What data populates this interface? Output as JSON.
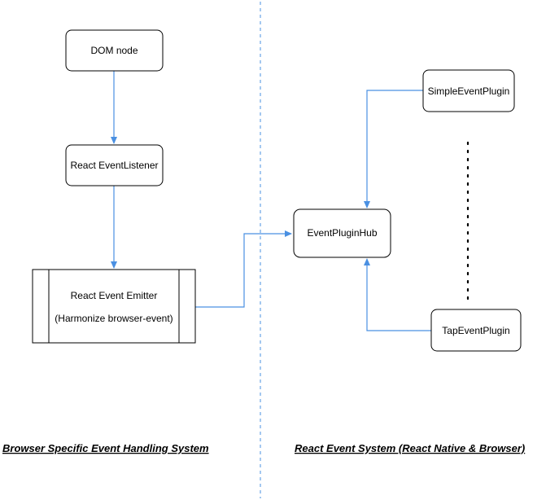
{
  "colors": {
    "edge": "#4a90e2",
    "divider": "#4a90e2",
    "node_border": "#000000",
    "node_fill": "#ffffff",
    "text": "#000000"
  },
  "nodes": {
    "dom_node": {
      "label": "DOM node"
    },
    "react_event_listener": {
      "label": "React EventListener"
    },
    "react_event_emitter": {
      "line1": "React Event Emitter",
      "line2": "(Harmonize browser-event)"
    },
    "event_plugin_hub": {
      "label": "EventPluginHub"
    },
    "simple_event_plugin": {
      "label": "SimpleEventPlugin"
    },
    "tap_event_plugin": {
      "label": "TapEventPlugin"
    }
  },
  "sections": {
    "left": {
      "label": "Browser Specific Event Handling System"
    },
    "right": {
      "label": "React Event System (React Native & Browser)"
    }
  }
}
